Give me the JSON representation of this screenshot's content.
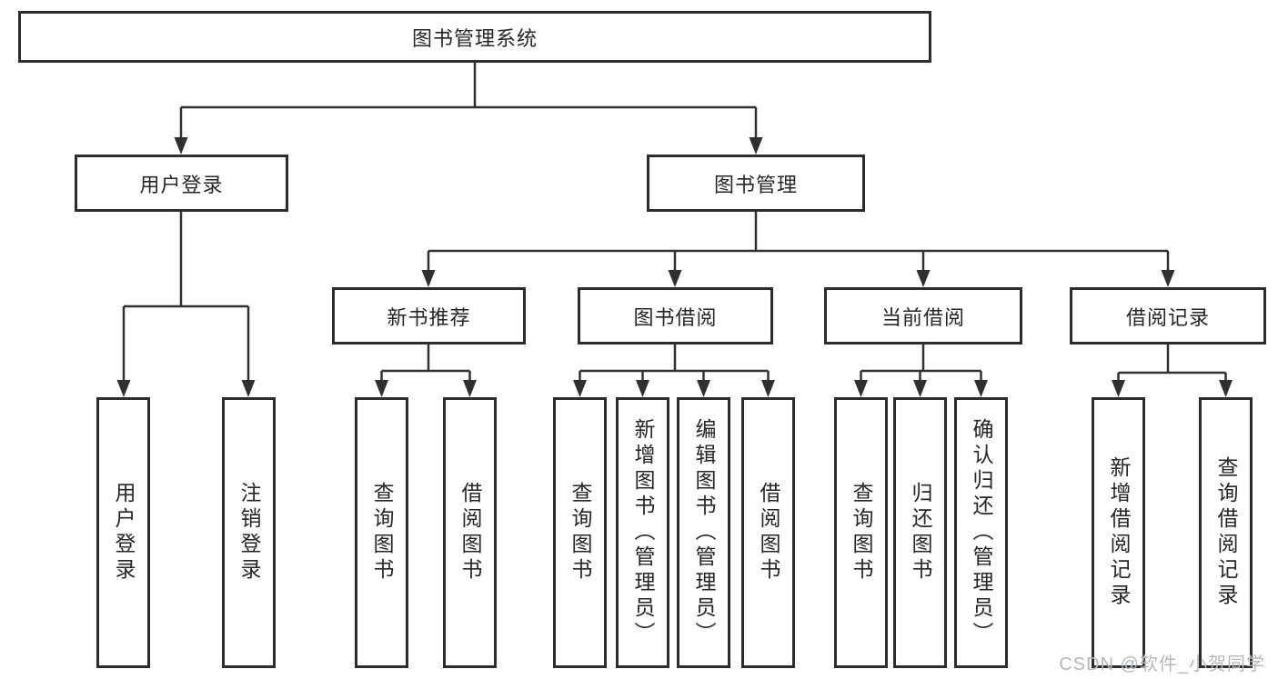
{
  "diagram": {
    "root": {
      "label": "图书管理系统"
    },
    "level2": [
      {
        "label": "用户登录"
      },
      {
        "label": "图书管理"
      }
    ],
    "level3": [
      {
        "label": "新书推荐"
      },
      {
        "label": "图书借阅"
      },
      {
        "label": "当前借阅"
      },
      {
        "label": "借阅记录"
      }
    ],
    "leaves": {
      "user_login": [
        "用户登录",
        "注销登录"
      ],
      "new_book": [
        "查询图书",
        "借阅图书"
      ],
      "book_borrow": [
        "查询图书",
        "新增图书（管理员）",
        "编辑图书（管理员）",
        "借阅图书"
      ],
      "current_borrow": [
        "查询图书",
        "归还图书",
        "确认归还（管理员）"
      ],
      "borrow_record": [
        "新增借阅记录",
        "查询借阅记录"
      ]
    }
  },
  "watermark": {
    "text": "CSDN @软件_小贺同学"
  },
  "colors": {
    "line": "#303030",
    "box_border": "#2d2d2d",
    "text": "#262626",
    "watermark": "#b3b8bf",
    "background": "#ffffff"
  }
}
